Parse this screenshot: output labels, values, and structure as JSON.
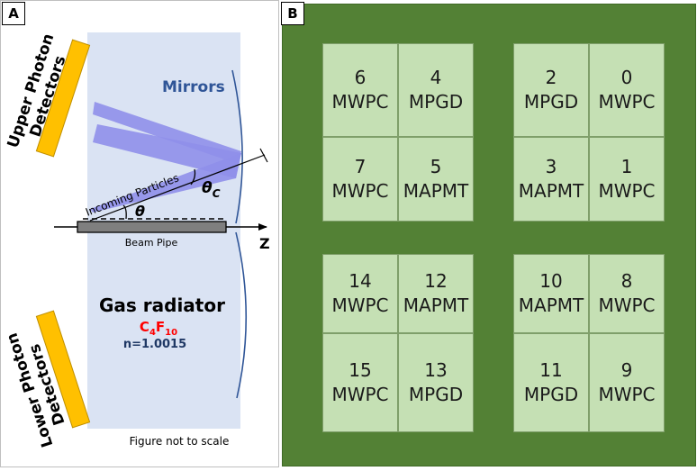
{
  "panel_a": {
    "letter": "A",
    "upper_detectors_label_1": "Upper Photon",
    "upper_detectors_label_2": "Detectors",
    "lower_detectors_label_1": "Lower Photon",
    "lower_detectors_label_2": "Detectors",
    "mirrors_label": "Mirrors",
    "incoming_particles_label": "Incoming Particles",
    "theta_label": "θ",
    "theta_c_label": "θ",
    "theta_c_subscript": "C",
    "beam_pipe_label": "Beam Pipe",
    "z_label": "Z",
    "gas_radiator_label": "Gas radiator",
    "formula_c": "C",
    "formula_c_sub": "4",
    "formula_f": "F",
    "formula_f_sub": "10",
    "refractive_index": "n=1.0015",
    "note": "Figure not to scale",
    "colors": {
      "radiator": "#dae3f3",
      "detector": "#ffc000",
      "cone": "#8f8fea",
      "mirror": "#2f5597",
      "mirrors_text": "#2f5597",
      "formula": "#ff0000",
      "index_text": "#1f3864",
      "beam_pipe": "#7f7f7f"
    }
  },
  "panel_b": {
    "letter": "B",
    "colors": {
      "board": "#538135",
      "module": "#c5e0b4"
    },
    "modules": [
      {
        "number": "6",
        "type": "MWPC"
      },
      {
        "number": "4",
        "type": "MPGD"
      },
      {
        "number": "2",
        "type": "MPGD"
      },
      {
        "number": "0",
        "type": "MWPC"
      },
      {
        "number": "7",
        "type": "MWPC"
      },
      {
        "number": "5",
        "type": "MAPMT"
      },
      {
        "number": "3",
        "type": "MAPMT"
      },
      {
        "number": "1",
        "type": "MWPC"
      },
      {
        "number": "14",
        "type": "MWPC"
      },
      {
        "number": "12",
        "type": "MAPMT"
      },
      {
        "number": "10",
        "type": "MAPMT"
      },
      {
        "number": "8",
        "type": "MWPC"
      },
      {
        "number": "15",
        "type": "MWPC"
      },
      {
        "number": "13",
        "type": "MPGD"
      },
      {
        "number": "11",
        "type": "MPGD"
      },
      {
        "number": "9",
        "type": "MWPC"
      }
    ]
  }
}
